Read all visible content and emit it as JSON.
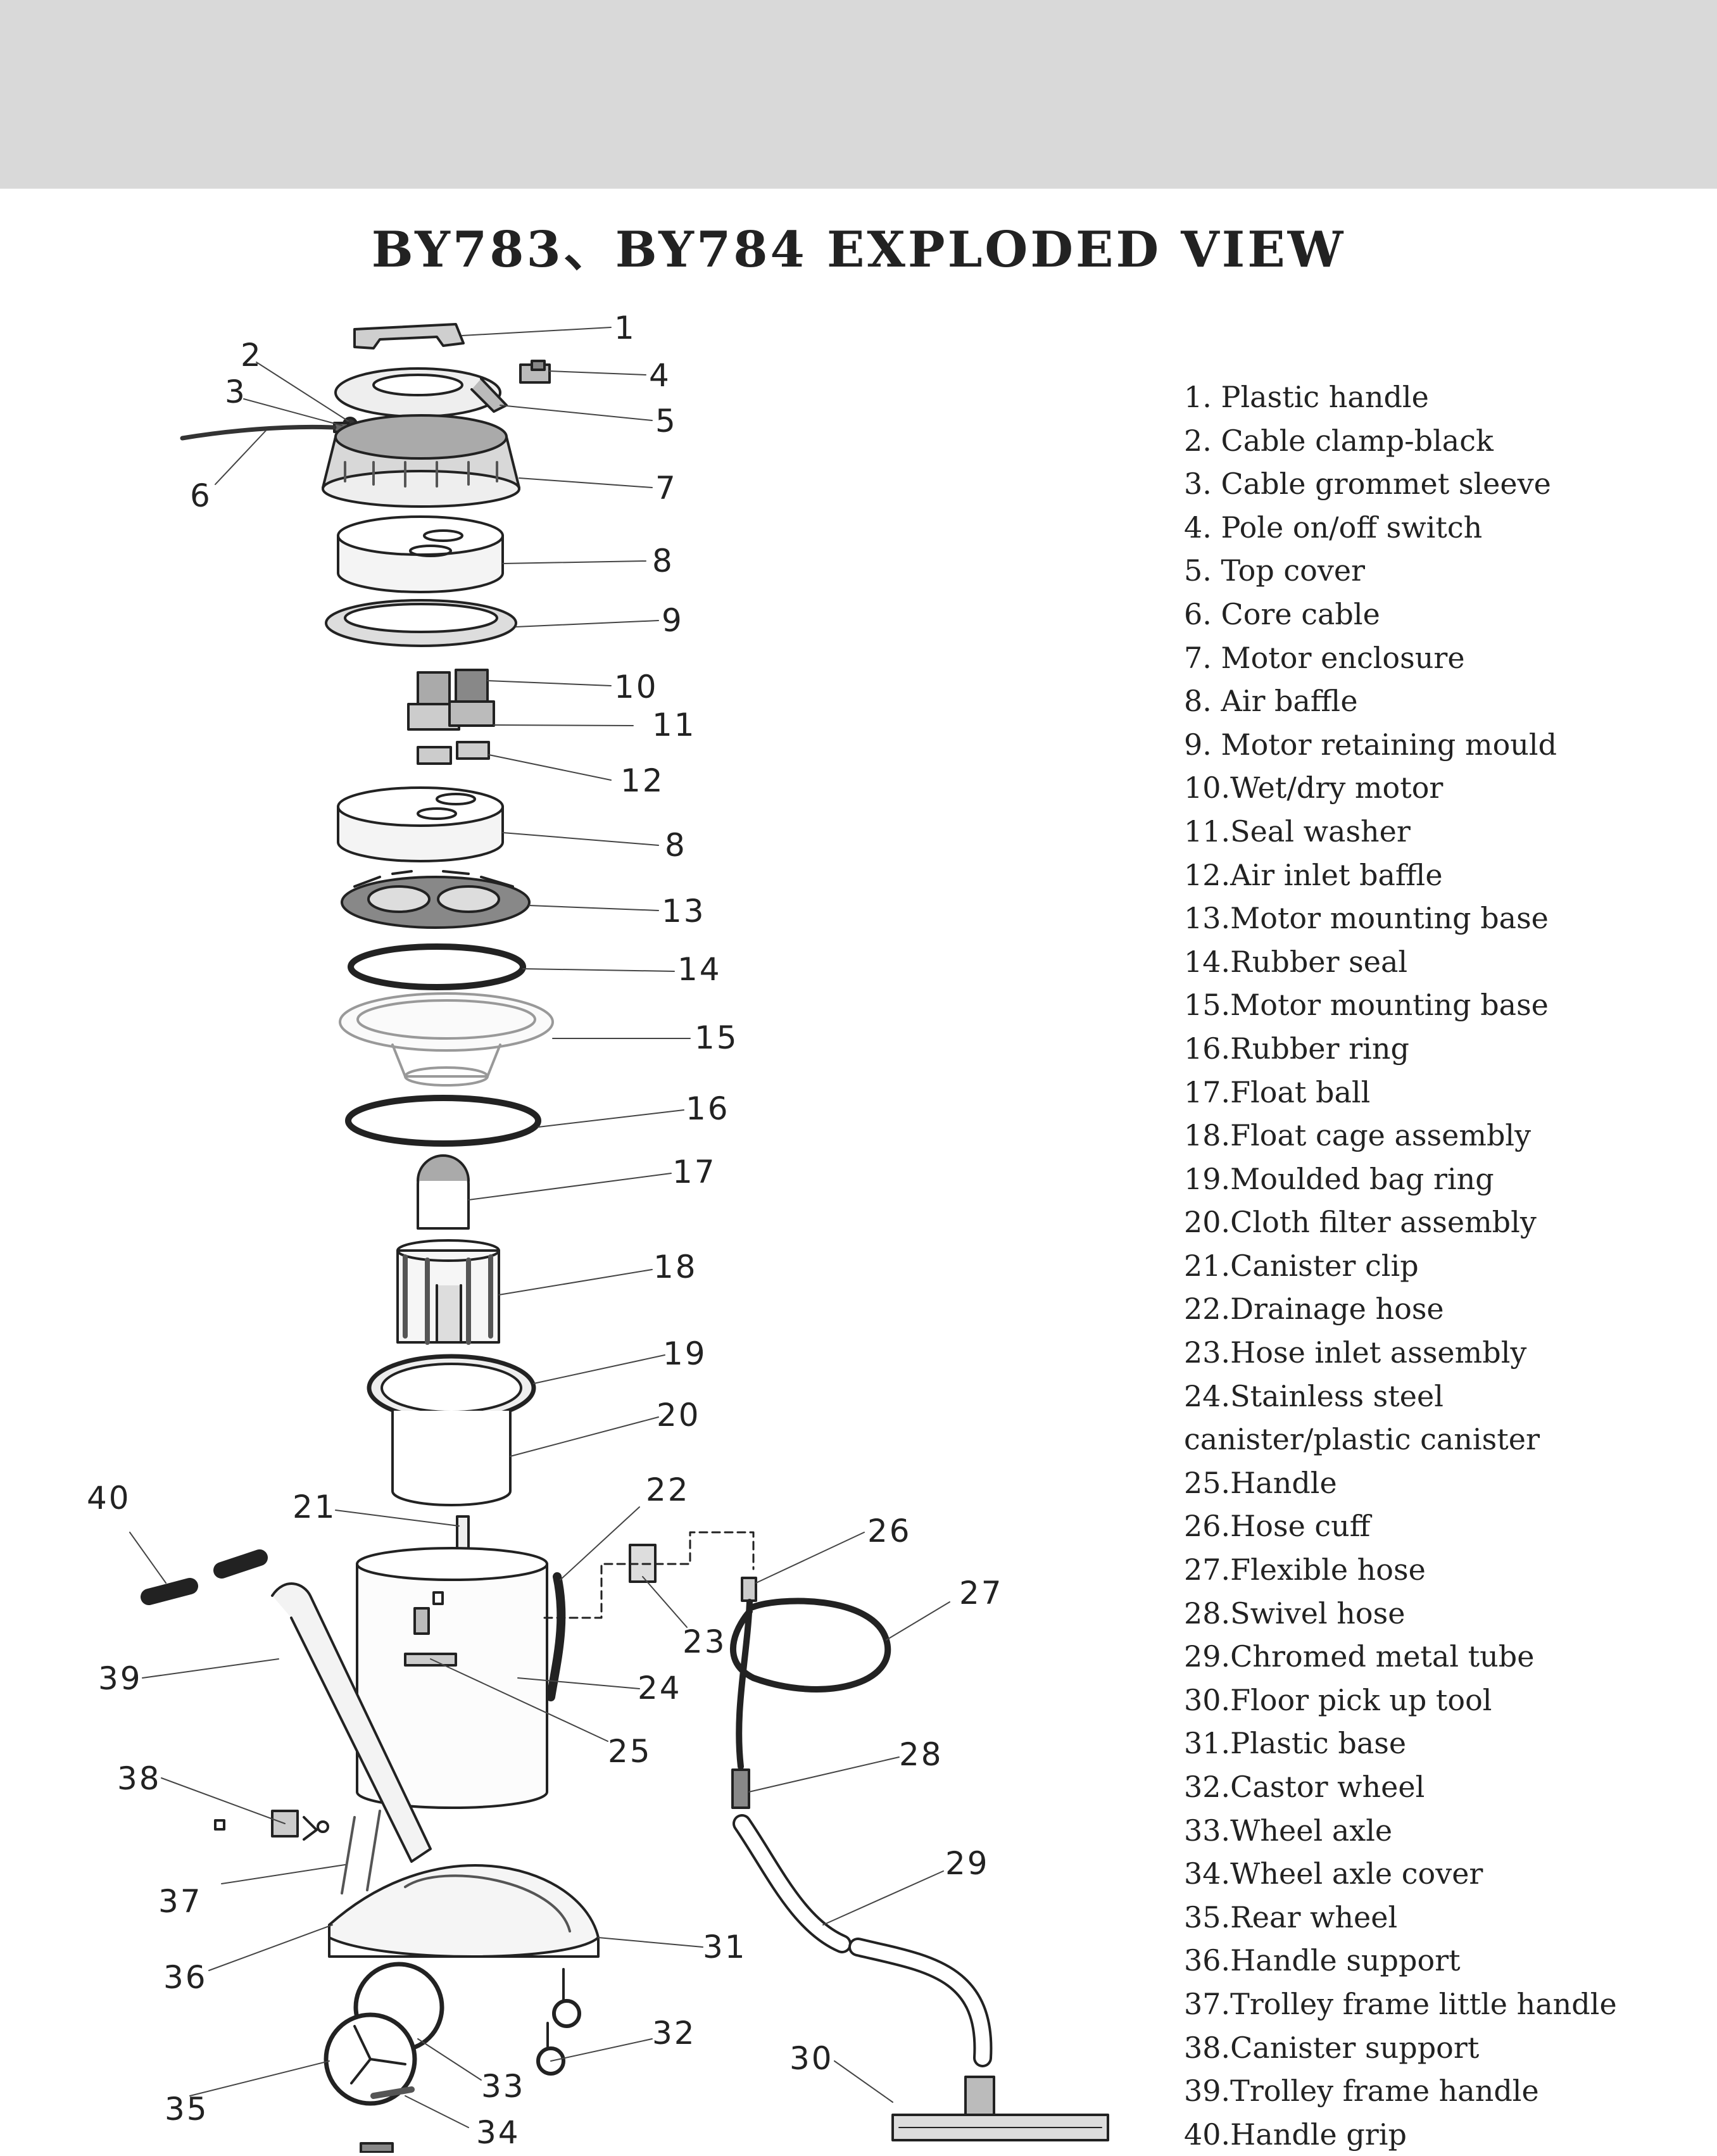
{
  "title": "BY783、BY784 EXPLODED VIEW",
  "callouts": [
    "1",
    "2",
    "3",
    "4",
    "5",
    "6",
    "7",
    "8",
    "9",
    "10",
    "11",
    "12",
    "8",
    "13",
    "14",
    "15",
    "16",
    "17",
    "18",
    "19",
    "20",
    "21",
    "22",
    "23",
    "24",
    "25",
    "26",
    "27",
    "28",
    "29",
    "30",
    "31",
    "32",
    "33",
    "34",
    "35",
    "36",
    "37",
    "38",
    "39",
    "40"
  ],
  "legend": [
    "1. Plastic handle",
    "2. Cable clamp-black",
    "3. Cable grommet sleeve",
    "4. Pole on/off switch",
    "5. Top cover",
    "6. Core cable",
    "7. Motor enclosure",
    "8. Air baffle",
    "9. Motor retaining mould",
    "10.Wet/dry motor",
    "11.Seal washer",
    "12.Air inlet baffle",
    "13.Motor mounting base",
    "14.Rubber seal",
    "15.Motor mounting base",
    "16.Rubber ring",
    "17.Float ball",
    "18.Float cage assembly",
    "19.Moulded bag ring",
    "20.Cloth filter assembly",
    "21.Canister clip",
    "22.Drainage hose",
    "23.Hose inlet assembly",
    "24.Stainless steel",
    "canister/plastic canister",
    "25.Handle",
    "26.Hose cuff",
    "27.Flexible hose",
    "28.Swivel hose",
    "29.Chromed metal tube",
    "30.Floor pick up tool",
    "31.Plastic base",
    "32.Castor wheel",
    "33.Wheel axle",
    "34.Wheel axle cover",
    "35.Rear wheel",
    "36.Handle support",
    "37.Trolley frame little handle",
    "38.Canister support",
    "39.Trolley frame handle",
    "40.Handle grip"
  ]
}
